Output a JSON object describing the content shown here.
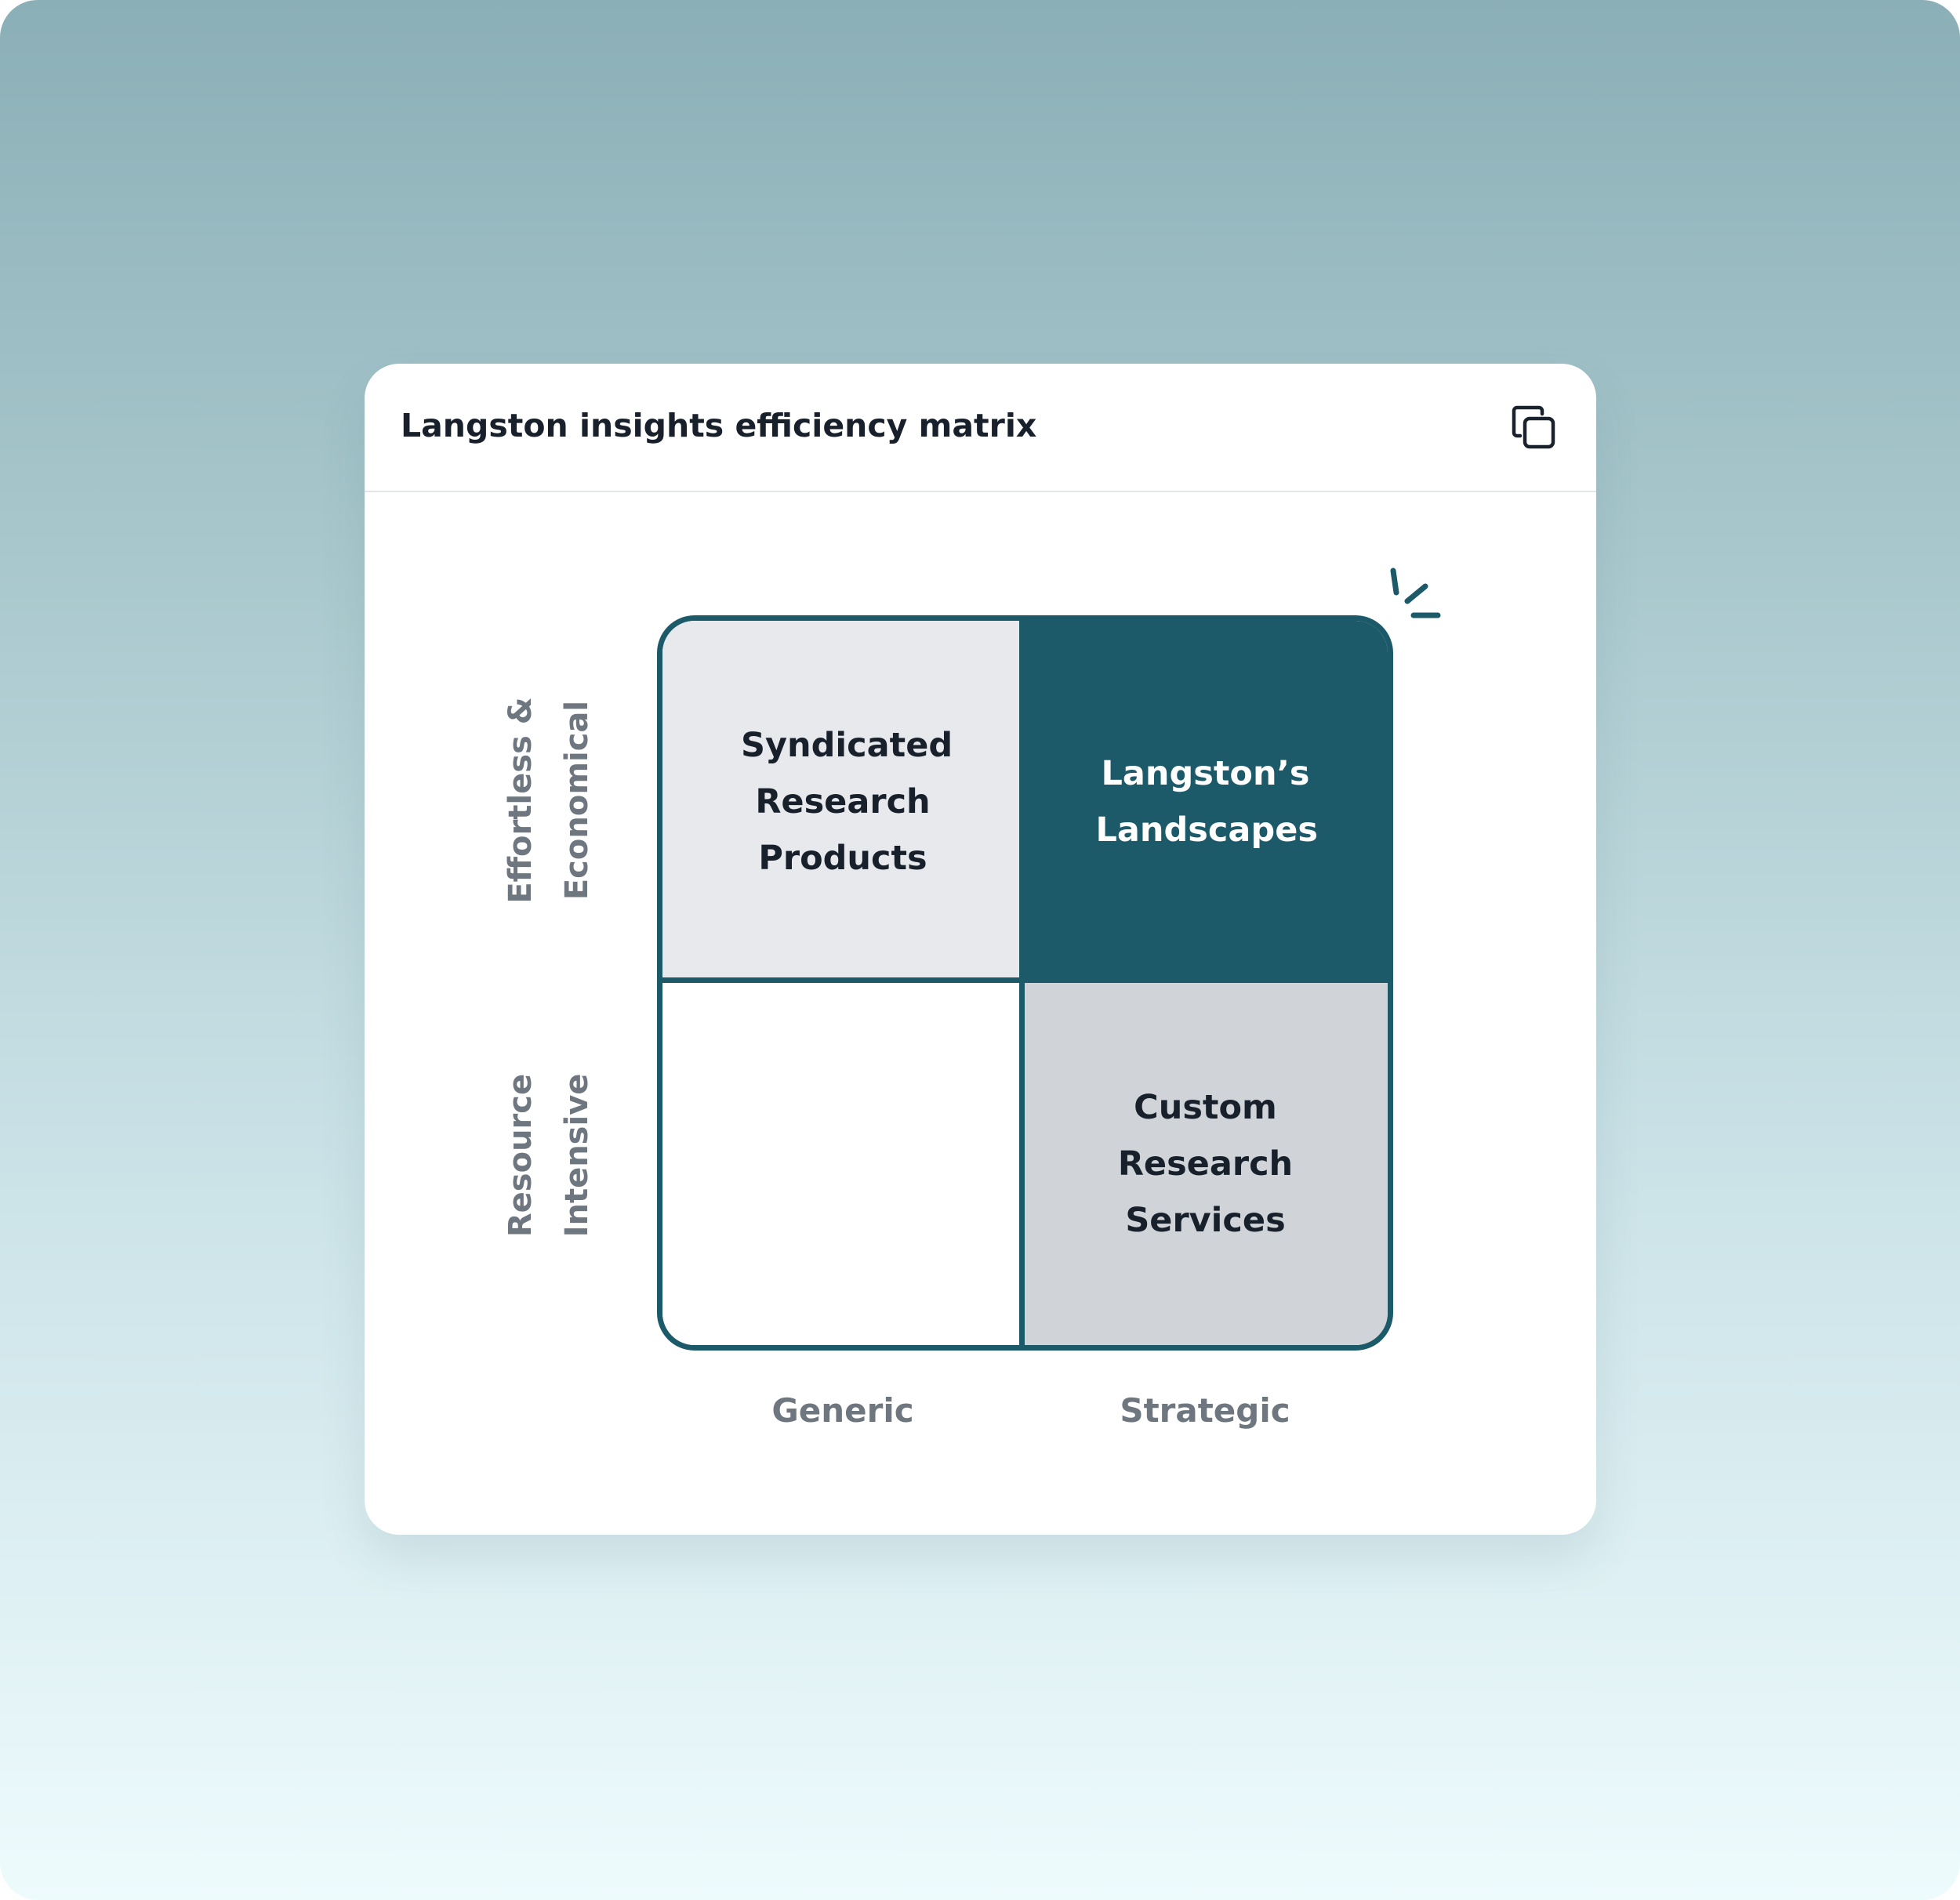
{
  "card": {
    "title": "Langston insights efficiency matrix"
  },
  "icons": {
    "copy": "copy-icon",
    "sparkle": "sparkle-icon"
  },
  "matrix": {
    "y_axis": [
      "Effortless & Economical",
      "Resource Intensive"
    ],
    "x_axis": [
      "Generic",
      "Strategic"
    ],
    "cells": {
      "top_left": "Syndicated Research Products",
      "top_right": "Langston’s Landscapes",
      "bottom_left": "",
      "bottom_right": "Custom Research Services"
    }
  },
  "colors": {
    "accent": "#1c5a6a",
    "cell_light": "#e7e9ec",
    "cell_mid": "#d0d4d8",
    "axis_text": "#6e767f"
  }
}
